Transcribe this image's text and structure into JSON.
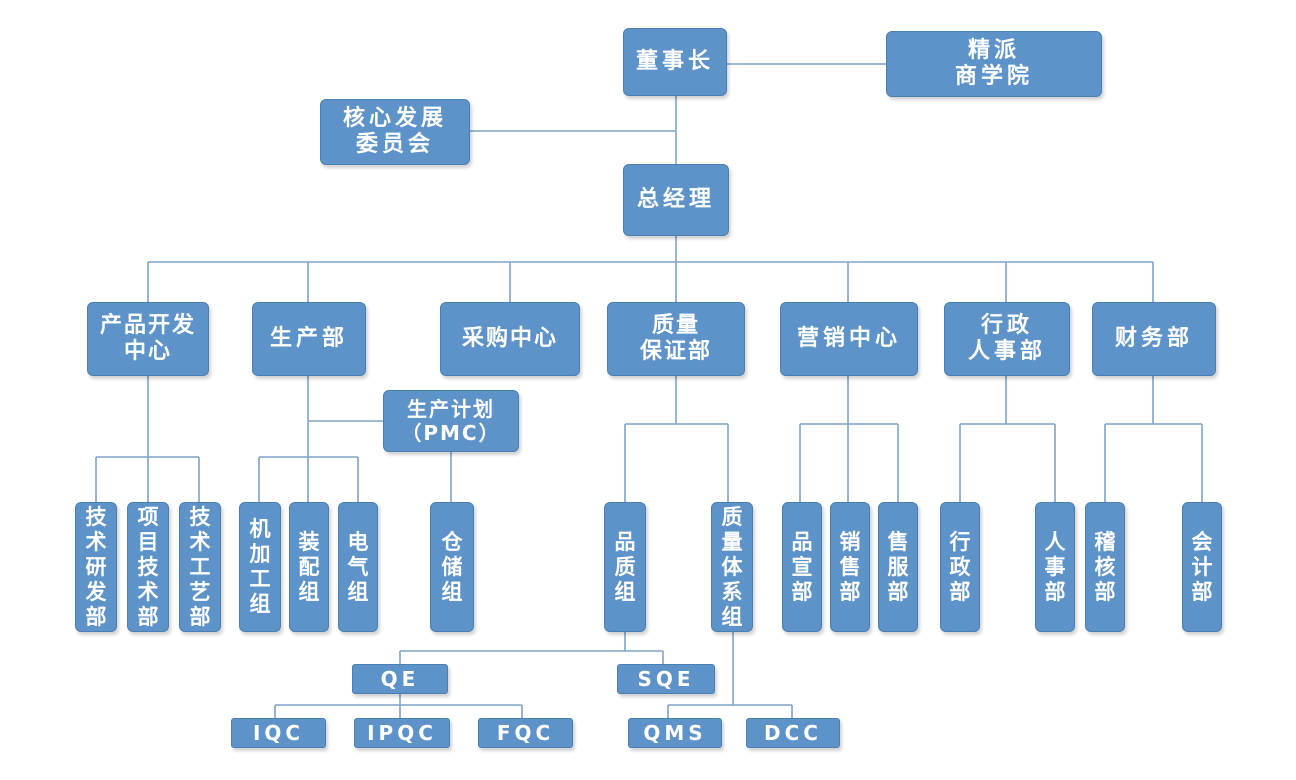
{
  "org_chart": {
    "chairman": "董事长",
    "business_school": "精派\n商学院",
    "core_committee": "核心发展\n委员会",
    "general_manager": "总经理",
    "departments": {
      "product_dev": "产品开发\n中心",
      "production": "生产部",
      "procurement": "采购中心",
      "quality": "质量\n保证部",
      "marketing": "营销中心",
      "admin_hr": "行政\n人事部",
      "finance": "财务部"
    },
    "pmc": "生产计划\n（PMC）",
    "teams": {
      "tech_rd": "技\n术\n研\n发\n部",
      "project_tech": "项\n目\n技\n术\n部",
      "tech_process": "技\n术\n工\n艺\n部",
      "machining": "机\n加\n工\n组",
      "assembly": "装\n配\n组",
      "electrical": "电\n气\n组",
      "warehouse": "仓\n储\n组",
      "qc_group": "品\n质\n组",
      "qms_group": "质\n量\n体\n系\n组",
      "brand_promo": "品\n宣\n部",
      "sales": "销\n售\n部",
      "after_sales": "售\n服\n部",
      "admin": "行\n政\n部",
      "hr": "人\n事\n部",
      "audit": "稽\n核\n部",
      "accounting": "会\n计\n部"
    },
    "qc_units": {
      "qe": "QE",
      "sqe": "SQE",
      "iqc": "IQC",
      "ipqc": "IPQC",
      "fqc": "FQC",
      "qms": "QMS",
      "dcc": "DCC"
    }
  }
}
